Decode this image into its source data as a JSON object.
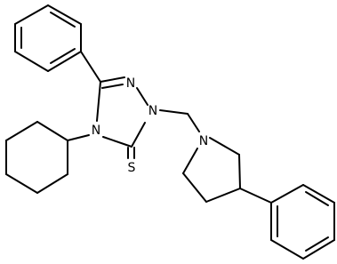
{
  "atom_labels": {
    "n_top": "N",
    "n_ring_right": "N",
    "n_ring_left": "N",
    "n_pyrrolidine": "N",
    "s_thione": "S"
  },
  "colors": {
    "bond": "#000000",
    "label": "#000000",
    "background": "#ffffff"
  }
}
